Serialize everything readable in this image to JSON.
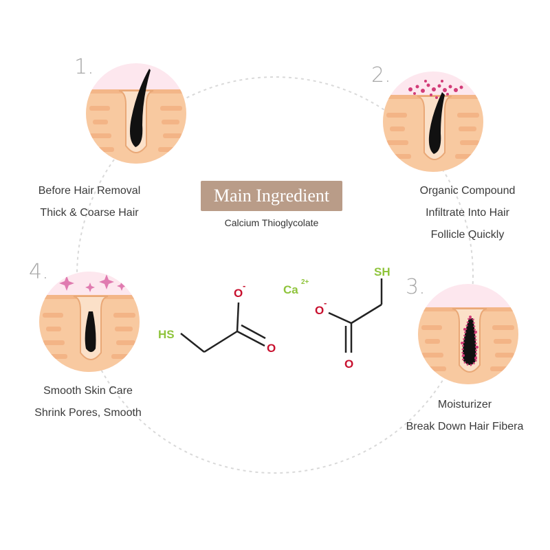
{
  "steps": [
    {
      "number": "1.",
      "lines": [
        "Before Hair Removal",
        "Thick & Coarse Hair"
      ]
    },
    {
      "number": "2.",
      "lines": [
        "Organic Compound",
        "Infiltrate Into Hair",
        "Follicle Quickly"
      ]
    },
    {
      "number": "3.",
      "lines": [
        "Moisturizer",
        "Break Down Hair Fibera"
      ]
    },
    {
      "number": "4.",
      "lines": [
        "Smooth Skin Care",
        "Shrink Pores, Smooth"
      ]
    }
  ],
  "main_ingredient": {
    "title": "Main Ingredient",
    "name": "Calcium Thioglycolate"
  },
  "molecule": {
    "left": {
      "sh": "HS",
      "o_minus": "O",
      "o_minus_charge": "-",
      "o": "O"
    },
    "calcium": {
      "symbol": "Ca",
      "charge": "2+"
    },
    "right": {
      "sh": "SH",
      "o_minus": "O",
      "o_minus_charge": "-",
      "o": "O"
    }
  },
  "colors": {
    "badge": "#b99c88",
    "sh_green": "#8fc43c",
    "oxygen_red": "#c8102e",
    "skin": "#f8c9a0",
    "hair": "#111111"
  }
}
